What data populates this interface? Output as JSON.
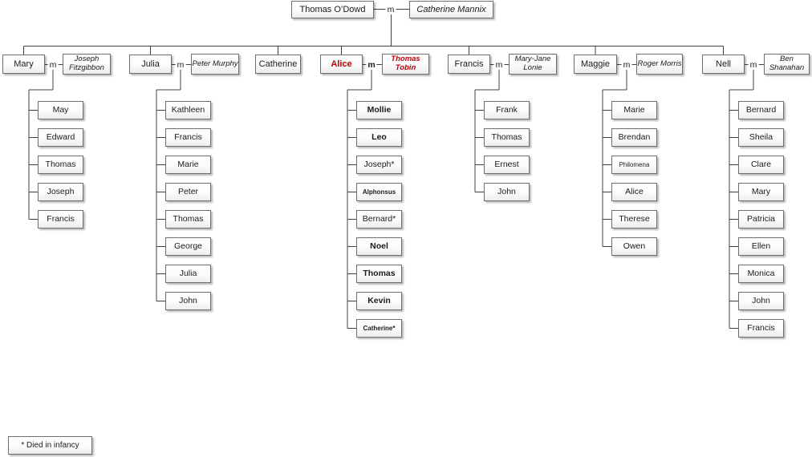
{
  "diagram": {
    "marriage_label": "m",
    "accent_red": "#c00000",
    "line_color": "#404040",
    "grandparents": {
      "father": {
        "name": "Thomas O’Dowd"
      },
      "mother": {
        "name": "Catherine Mannix",
        "italic": true
      }
    },
    "families": [
      {
        "parent": {
          "name": "Mary"
        },
        "spouse": {
          "name": "Joseph Fitzgibbon",
          "italic": true
        },
        "children": [
          {
            "name": "May"
          },
          {
            "name": "Edward"
          },
          {
            "name": "Thomas"
          },
          {
            "name": "Joseph"
          },
          {
            "name": "Francis"
          }
        ]
      },
      {
        "parent": {
          "name": "Julia"
        },
        "spouse": {
          "name": "Peter Murphy",
          "italic": true
        },
        "children": [
          {
            "name": "Kathleen"
          },
          {
            "name": "Francis"
          },
          {
            "name": "Marie"
          },
          {
            "name": "Peter"
          },
          {
            "name": "Thomas"
          },
          {
            "name": "George"
          },
          {
            "name": "Julia"
          },
          {
            "name": "John"
          }
        ]
      },
      {
        "parent": {
          "name": "Catherine"
        },
        "spouse": null,
        "children": []
      },
      {
        "parent": {
          "name": "Alice",
          "bold": true,
          "red": true
        },
        "spouse": {
          "name": "Thomas Tobin",
          "italic": true,
          "bold": true,
          "red": true
        },
        "marriage_bold": true,
        "children": [
          {
            "name": "Mollie",
            "bold": true
          },
          {
            "name": "Leo",
            "bold": true
          },
          {
            "name": "Joseph*"
          },
          {
            "name": "Alphonsus",
            "bold": true,
            "small": true
          },
          {
            "name": "Bernard*"
          },
          {
            "name": "Noel",
            "bold": true
          },
          {
            "name": "Thomas",
            "bold": true
          },
          {
            "name": "Kevin",
            "bold": true
          },
          {
            "name": "Catherine*",
            "bold": true,
            "small": true
          }
        ]
      },
      {
        "parent": {
          "name": "Francis"
        },
        "spouse": {
          "name": "Mary-Jane Lonie",
          "italic": true
        },
        "children": [
          {
            "name": "Frank"
          },
          {
            "name": "Thomas"
          },
          {
            "name": "Ernest"
          },
          {
            "name": "John"
          }
        ]
      },
      {
        "parent": {
          "name": "Maggie"
        },
        "spouse": {
          "name": "Roger Morris",
          "italic": true
        },
        "children": [
          {
            "name": "Marie"
          },
          {
            "name": "Brendan"
          },
          {
            "name": "Philomena",
            "small": true
          },
          {
            "name": "Alice"
          },
          {
            "name": "Therese"
          },
          {
            "name": "Owen"
          }
        ]
      },
      {
        "parent": {
          "name": "Nell"
        },
        "spouse": {
          "name": "Ben Shanahan",
          "italic": true
        },
        "children": [
          {
            "name": "Bernard"
          },
          {
            "name": "Sheila"
          },
          {
            "name": "Clare"
          },
          {
            "name": "Mary"
          },
          {
            "name": "Patricia"
          },
          {
            "name": "Ellen"
          },
          {
            "name": "Monica"
          },
          {
            "name": "John"
          },
          {
            "name": "Francis"
          }
        ]
      }
    ]
  },
  "legend": {
    "text": "* Died in infancy"
  }
}
